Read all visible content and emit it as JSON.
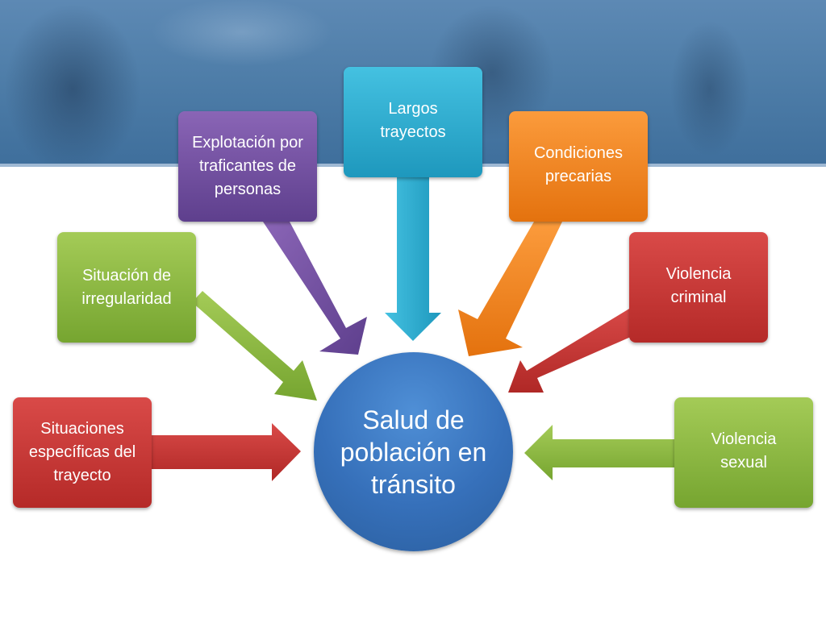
{
  "diagram": {
    "center": {
      "text": "Salud de población en tránsito",
      "color": "#3670ba"
    },
    "factors": [
      {
        "id": "situaciones",
        "text": "Situaciones específicas del trayecto",
        "color": "#c53533"
      },
      {
        "id": "irregularidad",
        "text": "Situación de irregularidad",
        "color": "#8bbb43"
      },
      {
        "id": "explotacion",
        "text": "Explotación por traficantes de personas",
        "color": "#7453a1"
      },
      {
        "id": "trayectos",
        "text": "Largos trayectos",
        "color": "#31aed4"
      },
      {
        "id": "condiciones",
        "text": "Condiciones precarias",
        "color": "#f28524"
      },
      {
        "id": "violencia-criminal",
        "text": "Violencia criminal",
        "color": "#c53533"
      },
      {
        "id": "violencia-sexual",
        "text": "Violencia sexual",
        "color": "#8bbb43"
      }
    ]
  }
}
